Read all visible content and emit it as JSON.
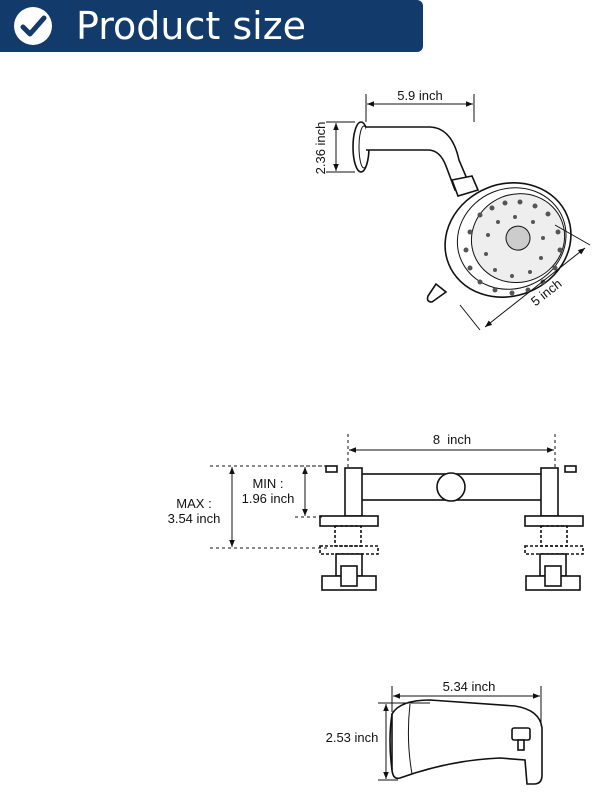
{
  "header": {
    "title": "Product size",
    "check_icon": "checkmark-circle-icon",
    "background_color": "#123a6a",
    "text_color": "#ffffff"
  },
  "shower_head": {
    "arm_length": "5.9 inch",
    "arm_height": "2.36 inch",
    "head_diameter": "5 inch"
  },
  "valve": {
    "center_spacing": "8  inch",
    "max_label": "MAX :",
    "max_value": "3.54 inch",
    "min_label": "MIN :",
    "min_value": "1.96 inch"
  },
  "tub_spout": {
    "length": "5.34 inch",
    "height": "2.53 inch"
  }
}
